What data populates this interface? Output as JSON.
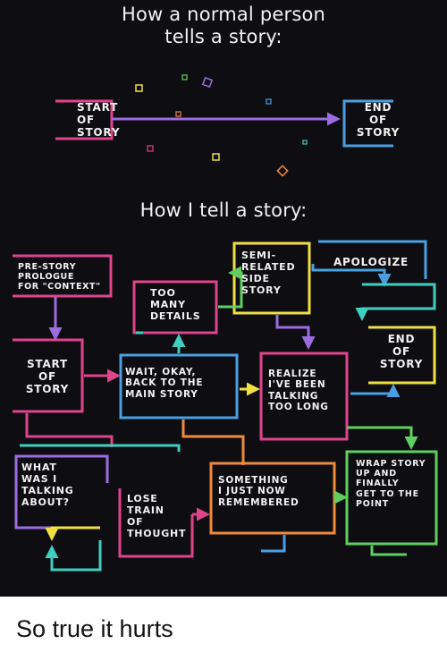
{
  "normal": {
    "title": "How a normal person\ntells a story:",
    "start": "START\nOF\nSTORY",
    "end": "END\nOF\nSTORY"
  },
  "mine": {
    "title": "How I tell a story:",
    "pre_story": "PRE-STORY\nPROLOGUE\nFOR \"CONTEXT\"",
    "too_many": "TOO\nMANY\nDETAILS",
    "semi_related": "SEMI-\nRELATED\nSIDE\nSTORY",
    "apologize": "APOLOGIZE",
    "end": "END\nOF\nSTORY",
    "start": "START\nOF\nSTORY",
    "wait_okay": "WAIT, OKAY,\nBACK TO THE\nMAIN STORY",
    "realize": "REALIZE\nI'VE BEEN\nTALKING\nTOO LONG",
    "what_was": "WHAT\nWAS I\nTALKING\nABOUT?",
    "lose_train": "LOSE\nTRAIN\nOF\nTHOUGHT",
    "something": "SOMETHING\nI JUST NOW\nREMEMBERED",
    "wrap_story": "WRAP STORY\nUP AND\nFINALLY\nGET TO THE\nPOINT"
  },
  "caption": "So true it hurts",
  "colors": {
    "background": "#0d0d12",
    "text": "#f2f2f2",
    "pink": "#e0448c",
    "blue": "#4a9fe0",
    "green": "#5fcf5f",
    "yellow": "#f0e040",
    "purple": "#9b6de0",
    "orange": "#ef8a3a",
    "teal": "#3fcfc0"
  }
}
